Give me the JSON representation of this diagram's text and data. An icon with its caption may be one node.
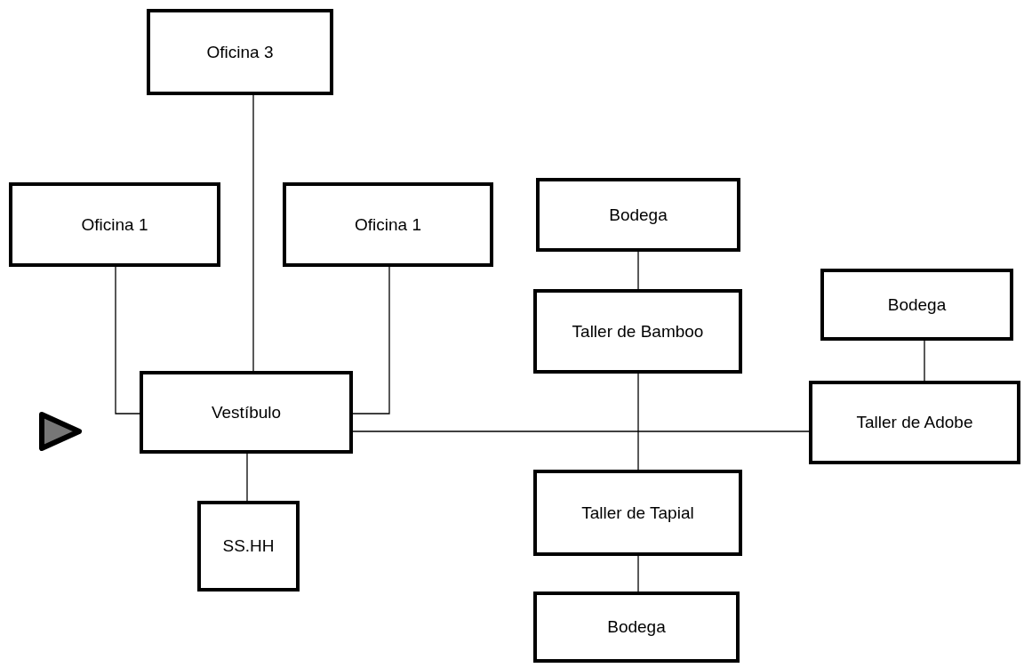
{
  "diagram": {
    "nodes": [
      {
        "text": [
          "Oficina 3"
        ]
      },
      {
        "text": [
          "Oficina 1"
        ]
      },
      {
        "text": [
          "Oficina 1"
        ]
      },
      {
        "text": [
          "Bodega"
        ]
      },
      {
        "text": [
          "Taller de Bamboo"
        ]
      },
      {
        "text": [
          "Bodega"
        ]
      },
      {
        "text": [
          "Vestíbulo"
        ]
      },
      {
        "text": [
          "Taller de Adobe"
        ]
      },
      {
        "text": [
          "SS.HH"
        ]
      },
      {
        "text": [
          "Taller de Tapial"
        ]
      },
      {
        "text": [
          "Bodega"
        ]
      }
    ],
    "edges": [
      {
        "from": 0,
        "to": 6,
        "arrow": "none"
      },
      {
        "from": 1,
        "to": 6,
        "arrow": "none"
      },
      {
        "from": 2,
        "to": 6,
        "arrow": "none"
      },
      {
        "from": 6,
        "to": 7,
        "arrow": "none"
      },
      {
        "from": 3,
        "to": 4,
        "arrow": "none"
      },
      {
        "from": 4,
        "to": 9,
        "arrow": "none"
      },
      {
        "from": 5,
        "to": 7,
        "arrow": "none"
      },
      {
        "from": 6,
        "to": 8,
        "arrow": "none"
      },
      {
        "from": 9,
        "to": 10,
        "arrow": "none"
      }
    ]
  }
}
